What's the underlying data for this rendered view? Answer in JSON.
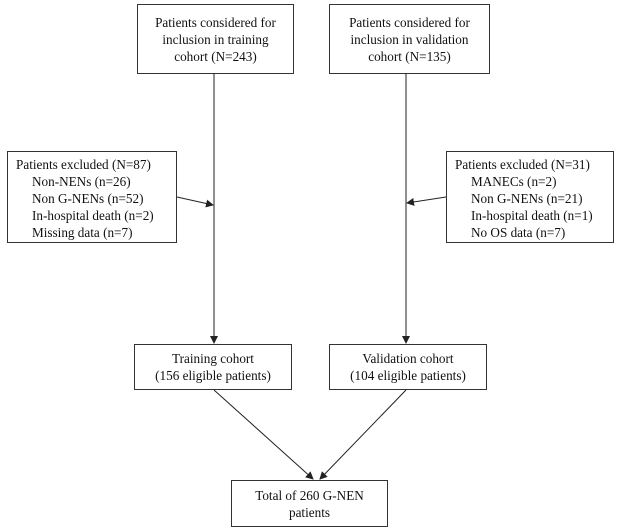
{
  "boxes": {
    "training_considered": {
      "lines": [
        "Patients considered for",
        "inclusion in training",
        "cohort (N=243)"
      ]
    },
    "validation_considered": {
      "lines": [
        "Patients considered for",
        "inclusion in validation",
        "cohort (N=135)"
      ]
    },
    "training_excluded": {
      "header": "Patients excluded (N=87)",
      "items": [
        "Non-NENs (n=26)",
        "Non G-NENs (n=52)",
        "In-hospital death (n=2)",
        "Missing data (n=7)"
      ]
    },
    "validation_excluded": {
      "header": "Patients excluded (N=31)",
      "items": [
        "MANECs (n=2)",
        "Non G-NENs (n=21)",
        "In-hospital death (n=1)",
        "No OS data (n=7)"
      ]
    },
    "training_cohort": {
      "lines": [
        "Training cohort",
        "(156 eligible patients)"
      ]
    },
    "validation_cohort": {
      "lines": [
        "Validation cohort",
        "(104 eligible patients)"
      ]
    },
    "total": {
      "lines": [
        "Total of 260 G-NEN",
        "patients"
      ]
    }
  }
}
